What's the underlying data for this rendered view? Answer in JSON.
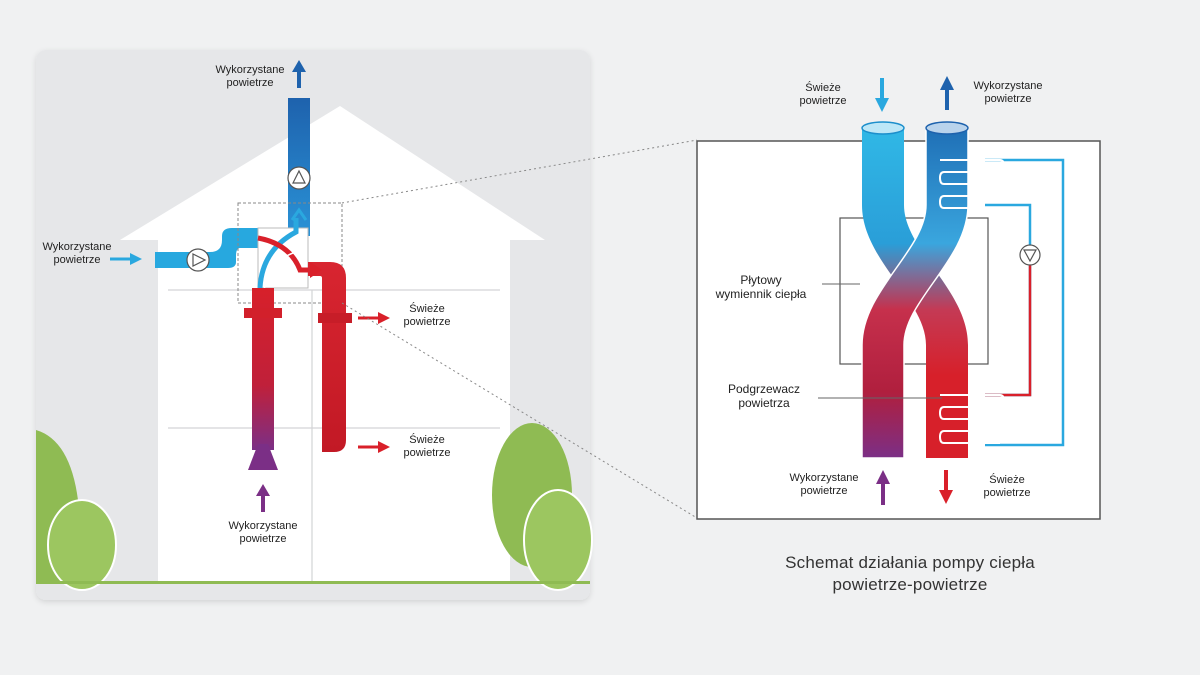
{
  "house": {
    "top_exhaust": [
      "Wykorzystane",
      "powietrze"
    ],
    "left_intake": [
      "Wykorzystane",
      "powietrze"
    ],
    "fresh_upper": [
      "Świeże",
      "powietrze"
    ],
    "fresh_lower": [
      "Świeże",
      "powietrze"
    ],
    "bottom_intake": [
      "Wykorzystane",
      "powietrze"
    ]
  },
  "detail": {
    "fresh_in": [
      "Świeże",
      "powietrze"
    ],
    "exhaust_out": [
      "Wykorzystane",
      "powietrze"
    ],
    "exchanger": [
      "Płytowy",
      "wymiennik ciepła"
    ],
    "heater": [
      "Podgrzewacz",
      "powietrza"
    ],
    "used_in": [
      "Wykorzystane",
      "powietrze"
    ],
    "fresh_out": [
      "Świeże",
      "powietrze"
    ]
  },
  "caption": [
    "Schemat działania pompy ciepła",
    "powietrze-powietrze"
  ],
  "colors": {
    "blue": "#1aa3dc",
    "red": "#d9202a",
    "purple": "#7b2f86",
    "green": "#8fbb53"
  }
}
